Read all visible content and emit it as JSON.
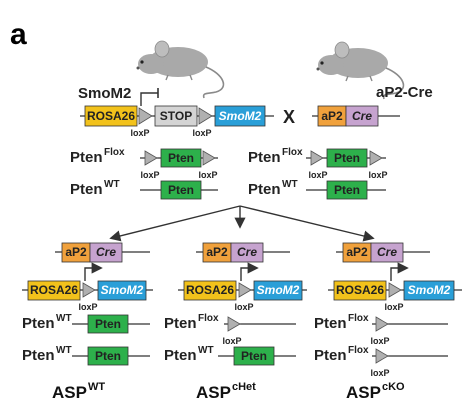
{
  "panel_label": "a",
  "parents": {
    "left": {
      "allele_label": "SmoM2",
      "rosa": "ROSA26",
      "stop": "STOP",
      "smo": "SmoM2",
      "loxp_left": "loxP",
      "loxp_right": "loxP"
    },
    "cross_symbol": "X",
    "right": {
      "allele_label": "aP2-Cre",
      "ap2": "aP2",
      "cre": "Cre"
    },
    "pten": {
      "flox_base": "Pten",
      "flox_sup": "Flox",
      "wt_base": "Pten",
      "wt_sup": "WT",
      "gene": "Pten",
      "loxp": "loxP"
    }
  },
  "offspring": [
    {
      "ap2": "aP2",
      "cre": "Cre",
      "rosa": "ROSA26",
      "smo": "SmoM2",
      "loxp": "loxP",
      "allele1_base": "Pten",
      "allele1_sup": "WT",
      "allele1_gene": "Pten",
      "allele2_base": "Pten",
      "allele2_sup": "WT",
      "allele2_gene": "Pten",
      "name_base": "ASP",
      "name_sup": "WT"
    },
    {
      "ap2": "aP2",
      "cre": "Cre",
      "rosa": "ROSA26",
      "smo": "SmoM2",
      "loxp": "loxP",
      "allele1_base": "Pten",
      "allele1_sup": "Flox",
      "allele1_lox": "loxP",
      "allele2_base": "Pten",
      "allele2_sup": "WT",
      "allele2_gene": "Pten",
      "name_base": "ASP",
      "name_sup": "cHet"
    },
    {
      "ap2": "aP2",
      "cre": "Cre",
      "rosa": "ROSA26",
      "smo": "SmoM2",
      "loxp": "loxP",
      "allele1_base": "Pten",
      "allele1_sup": "Flox",
      "allele1_lox": "loxP",
      "allele2_base": "Pten",
      "allele2_sup": "Flox",
      "allele2_lox": "loxP",
      "name_base": "ASP",
      "name_sup": "cKO"
    }
  ],
  "colors": {
    "rosa26": "#f2c21b",
    "smom2": "#2a9fd8",
    "stop": "#d4d4d4",
    "ap2": "#f0a13c",
    "cre": "#c6a3cf",
    "pten": "#2db04b",
    "mouse": "#a9a9a9"
  }
}
